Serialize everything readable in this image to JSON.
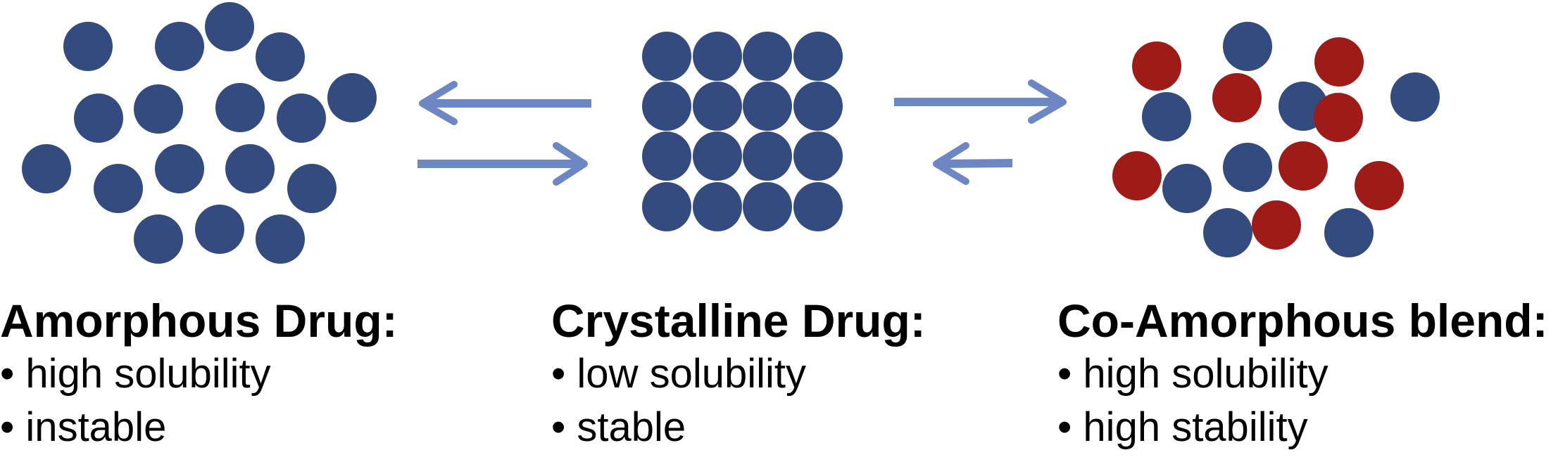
{
  "colors": {
    "drug": "#344b7f",
    "coformer": "#9e1b17",
    "arrow": "#6c87c4"
  },
  "panels": [
    {
      "id": "amorphous",
      "title": "Amorphous Drug:",
      "items": [
        "• high solubility",
        "• instable"
      ]
    },
    {
      "id": "crystalline",
      "title": "Crystalline Drug:",
      "items": [
        "• low solubility",
        "• stable"
      ]
    },
    {
      "id": "coamorphous",
      "title": "Co-Amorphous blend:",
      "items": [
        "• high solubility",
        "• high stability"
      ]
    }
  ]
}
